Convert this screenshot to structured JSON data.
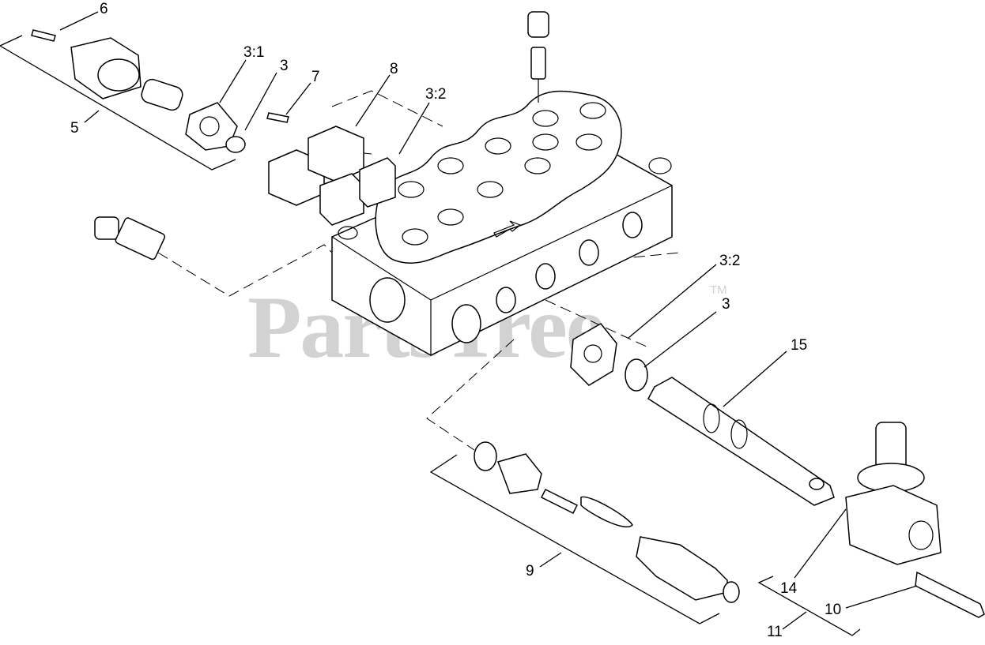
{
  "watermark": {
    "text": "PartsTree",
    "trademark": "TM",
    "color": "#d2d2d2"
  },
  "callouts": {
    "c6": "6",
    "c5": "5",
    "c3_1": "3:1",
    "c3a": "3",
    "c7": "7",
    "c8": "8",
    "c3_2a": "3:2",
    "c3_2b": "3:2",
    "c3b": "3",
    "c15": "15",
    "c9": "9",
    "c14": "14",
    "c10": "10",
    "c11": "11"
  }
}
